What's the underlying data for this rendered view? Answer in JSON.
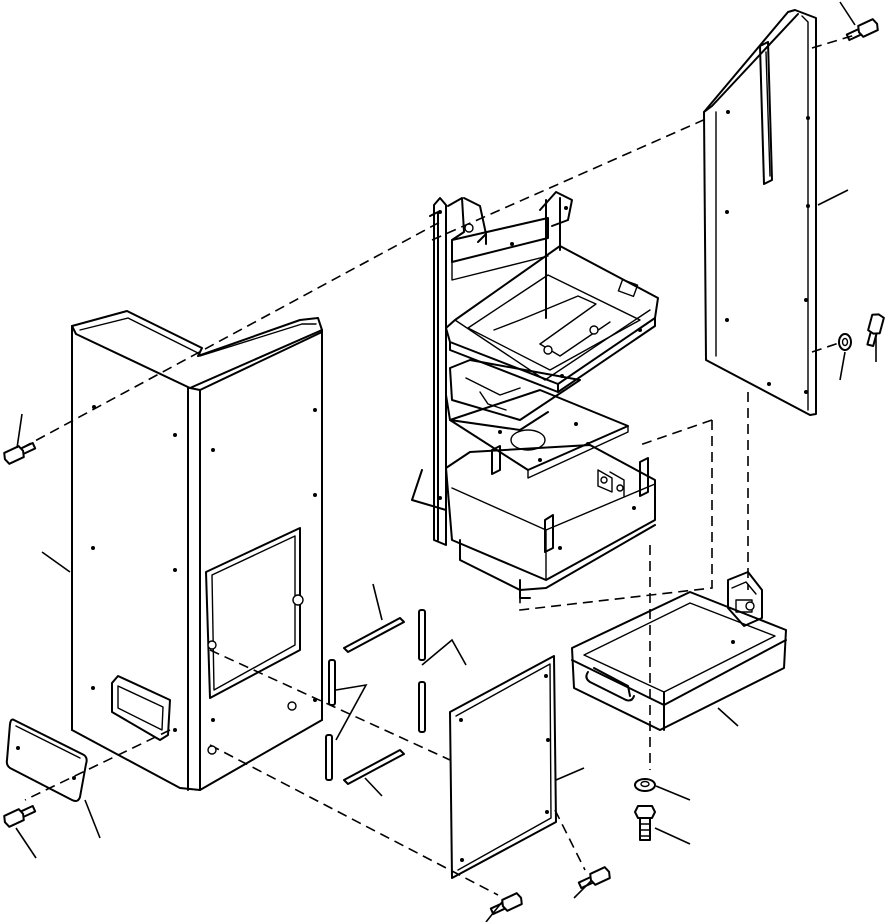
{
  "figure": {
    "type": "exploded-parts-diagram",
    "background": "#ffffff",
    "line_color": "#000000",
    "text_labels": []
  },
  "parts": [
    {
      "id": "main-cover",
      "icon": "l-shaped-cover-panel"
    },
    {
      "id": "small-cover-plate",
      "icon": "rounded-plate"
    },
    {
      "id": "battery-rack-frame",
      "icon": "multi-tier-frame"
    },
    {
      "id": "side-panel",
      "icon": "tall-tapered-panel"
    },
    {
      "id": "access-panel",
      "icon": "flat-rectangular-panel"
    },
    {
      "id": "battery-tray",
      "icon": "tray-with-handle"
    },
    {
      "id": "rods",
      "icon": "rod",
      "count": 6
    },
    {
      "id": "flange-bolts",
      "icon": "hex-flange-bolt",
      "count": 6
    },
    {
      "id": "washer",
      "icon": "washer"
    },
    {
      "id": "bolt",
      "icon": "hex-bolt"
    }
  ]
}
